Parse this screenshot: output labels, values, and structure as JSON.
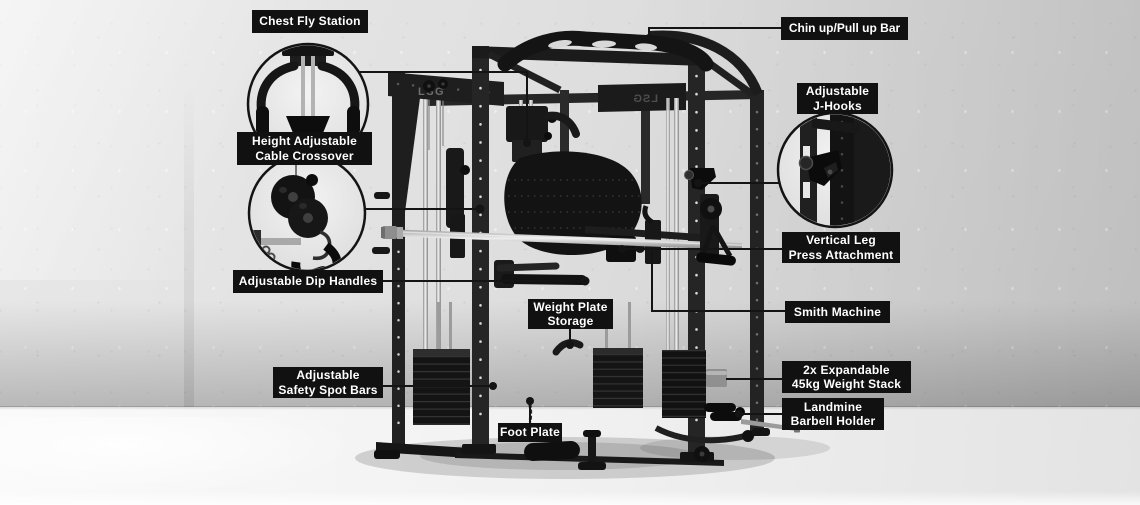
{
  "image": {
    "alt": "Annotated product diagram of a multi-station home gym machine against a concrete wall",
    "machine_brand": "LSG"
  },
  "colors": {
    "label_bg": "#111111",
    "label_text": "#ffffff",
    "leader_line": "#141414",
    "machine_dark": "#1a1a1a",
    "chrome": "#c9c9c9",
    "wall": "#d9d9d9",
    "floor": "#f2f2f2"
  },
  "labels": [
    {
      "id": "chest-fly-station",
      "text": "Chest Fly Station"
    },
    {
      "id": "chin-up-bar",
      "text": "Chin up/Pull up Bar"
    },
    {
      "id": "cable-crossover",
      "text": "Height Adjustable\nCable Crossover"
    },
    {
      "id": "j-hooks",
      "text": "Adjustable\nJ-Hooks"
    },
    {
      "id": "dip-handles",
      "text": "Adjustable Dip Handles"
    },
    {
      "id": "leg-press",
      "text": "Vertical Leg\nPress Attachment"
    },
    {
      "id": "weight-plate-storage",
      "text": "Weight Plate\nStorage"
    },
    {
      "id": "smith-machine",
      "text": "Smith Machine"
    },
    {
      "id": "safety-spot-bars",
      "text": "Adjustable\nSafety Spot Bars"
    },
    {
      "id": "expandable-stack",
      "text": "2x Expandable\n45kg Weight Stack"
    },
    {
      "id": "foot-plate",
      "text": "Foot Plate"
    },
    {
      "id": "landmine",
      "text": "Landmine\nBarbell Holder"
    }
  ]
}
